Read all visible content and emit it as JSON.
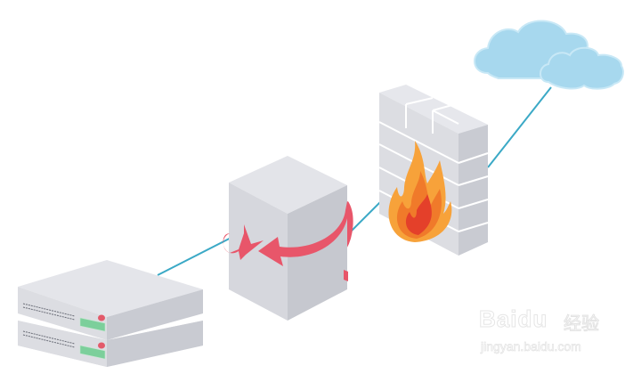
{
  "diagram": {
    "title": "Server to cloud network path via proxy and firewall",
    "nodes": [
      {
        "id": "server",
        "label": "server-stack",
        "units": 2
      },
      {
        "id": "proxy",
        "label": "proxy-box-with-redirect-arrow"
      },
      {
        "id": "firewall",
        "label": "firewall-brick-wall-with-fire"
      },
      {
        "id": "cloud",
        "label": "cloud"
      }
    ],
    "edges": [
      {
        "from": "server",
        "to": "proxy"
      },
      {
        "from": "proxy",
        "to": "firewall"
      },
      {
        "from": "firewall",
        "to": "cloud"
      }
    ],
    "colors": {
      "link": "#3ba9c6",
      "server_top": "#e4e5ea",
      "server_front": "#d9dadf",
      "server_side": "#c9cbd2",
      "led": "#e35a6a",
      "status_panel": "#7ccf9b",
      "box_top": "#e3e4e9",
      "box_left": "#d6d7dd",
      "box_right": "#c6c8cf",
      "arrow": "#e8566a",
      "fire_outer": "#f7a23a",
      "fire_inner": "#e4402a",
      "cloud": "#a7d8ee",
      "cloud_edge": "#c8e8f6"
    }
  },
  "watermark": {
    "brand": "Bai",
    "brand_du": "du",
    "cn": "经验",
    "url": "jingyan.baidu.com"
  }
}
